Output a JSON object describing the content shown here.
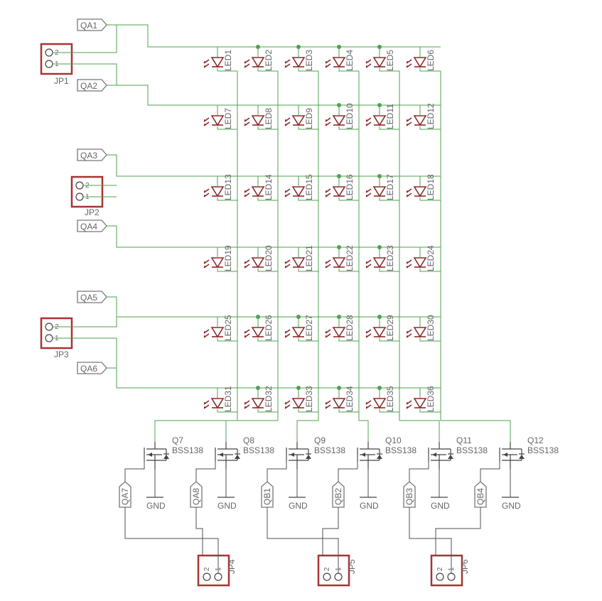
{
  "leds": [
    "LED1",
    "LED2",
    "LED3",
    "LED4",
    "LED5",
    "LED6",
    "LED7",
    "LED8",
    "LED9",
    "LED10",
    "LED11",
    "LED12",
    "LED13",
    "LED14",
    "LED15",
    "LED16",
    "LED17",
    "LED18",
    "LED19",
    "LED20",
    "LED21",
    "LED22",
    "LED23",
    "LED24",
    "LED25",
    "LED26",
    "LED27",
    "LED28",
    "LED29",
    "LED30",
    "LED31",
    "LED32",
    "LED33",
    "LED34",
    "LED35",
    "LED36"
  ],
  "row_ports": [
    "QA1",
    "QA2",
    "QA3",
    "QA4",
    "QA5",
    "QA6"
  ],
  "row_connectors": [
    {
      "name": "JP1",
      "pins": [
        "2",
        "1"
      ]
    },
    {
      "name": "JP2",
      "pins": [
        "2",
        "1"
      ]
    },
    {
      "name": "JP3",
      "pins": [
        "2",
        "1"
      ]
    }
  ],
  "transistors": [
    {
      "name": "Q7",
      "value": "BSS138",
      "gate_port": "QA7",
      "gnd": "GND"
    },
    {
      "name": "Q8",
      "value": "BSS138",
      "gate_port": "QA8",
      "gnd": "GND"
    },
    {
      "name": "Q9",
      "value": "BSS138",
      "gate_port": "QB1",
      "gnd": "GND"
    },
    {
      "name": "Q10",
      "value": "BSS138",
      "gate_port": "QB2",
      "gnd": "GND"
    },
    {
      "name": "Q11",
      "value": "BSS138",
      "gate_port": "QB3",
      "gnd": "GND"
    },
    {
      "name": "Q12",
      "value": "BSS138",
      "gate_port": "QB4",
      "gnd": "GND"
    }
  ],
  "col_connectors": [
    {
      "name": "JP4",
      "pins": [
        "2",
        "1"
      ]
    },
    {
      "name": "JP5",
      "pins": [
        "2",
        "1"
      ]
    },
    {
      "name": "JP6",
      "pins": [
        "2",
        "1"
      ]
    }
  ]
}
